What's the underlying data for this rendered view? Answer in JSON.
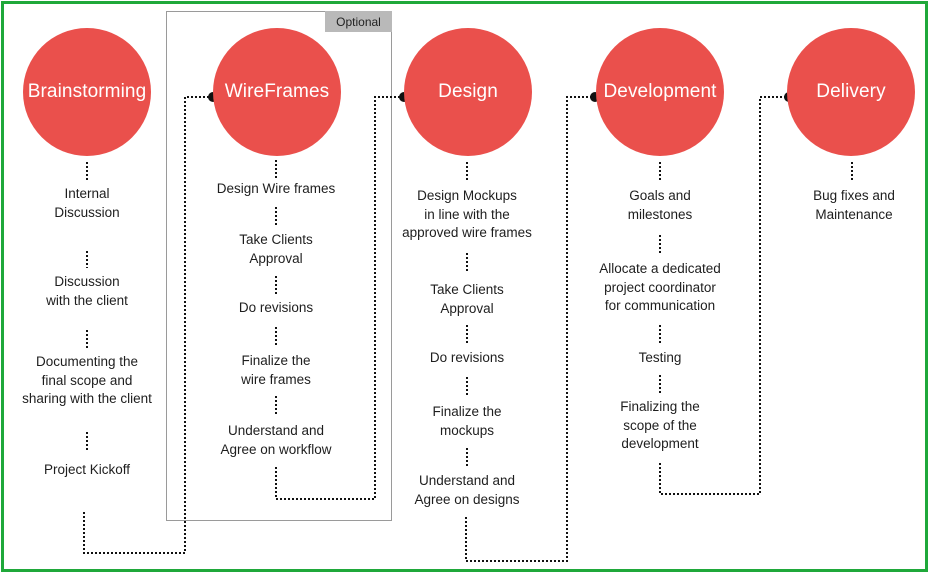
{
  "optional_label": "Optional",
  "colors": {
    "circle": "#ea504c",
    "frame": "#1fa83a",
    "connector": "#111111"
  },
  "stages": [
    {
      "title": "Brainstorming",
      "steps": [
        "Internal\nDiscussion",
        "Discussion\nwith the client",
        "Documenting the\nfinal scope and\nsharing with the client",
        "Project Kickoff"
      ]
    },
    {
      "title": "WireFrames",
      "steps": [
        "Design Wire frames",
        "Take Clients\nApproval",
        "Do revisions",
        "Finalize the\nwire frames",
        "Understand and\nAgree on workflow"
      ]
    },
    {
      "title": "Design",
      "steps": [
        "Design Mockups\nin line with the\napproved wire frames",
        "Take Clients\nApproval",
        "Do revisions",
        "Finalize the\nmockups",
        "Understand and\nAgree on designs"
      ]
    },
    {
      "title": "Development",
      "steps": [
        "Goals and\nmilestones",
        "Allocate a dedicated\nproject coordinator\nfor communication",
        "Testing",
        "Finalizing the\nscope of the\ndevelopment"
      ]
    },
    {
      "title": "Delivery",
      "steps": [
        "Bug fixes and\nMaintenance"
      ]
    }
  ]
}
